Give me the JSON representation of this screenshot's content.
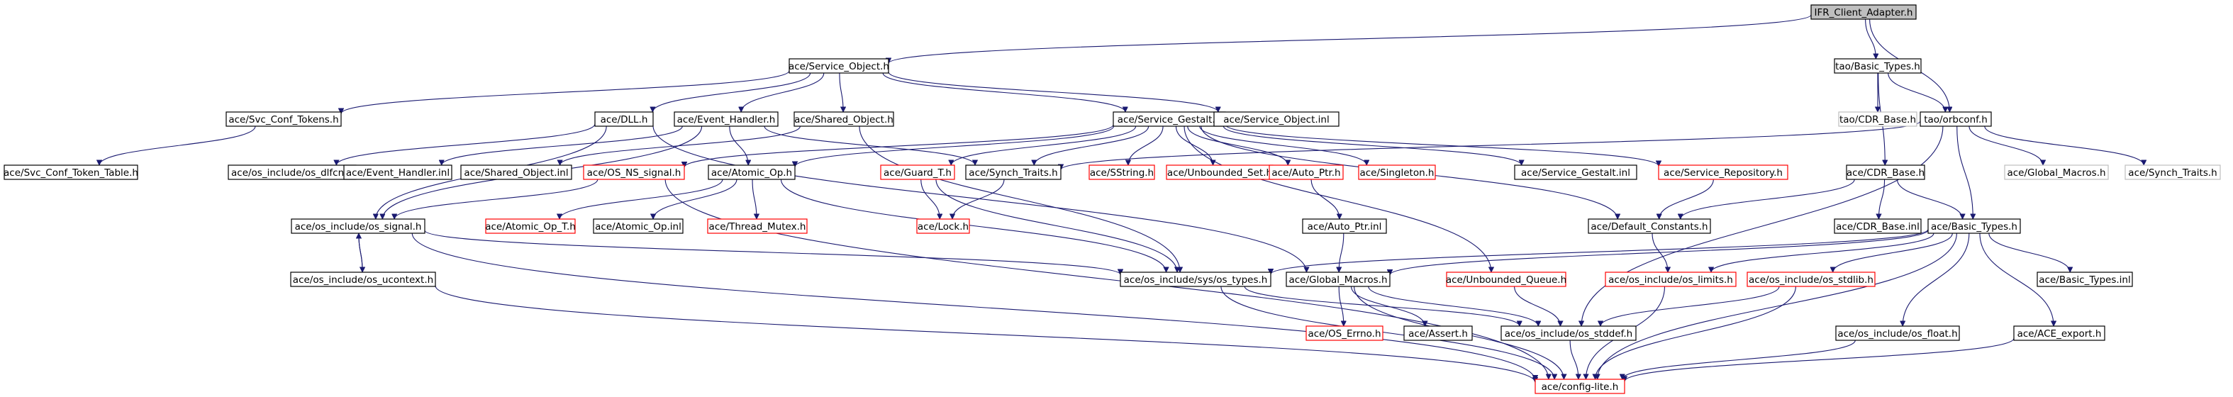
{
  "colors": {
    "edge": "#191970",
    "normal_border": "#000000",
    "missing_border": "#ff0000",
    "external_border": "#bfbfbf",
    "root_fill": "#bfbfbf"
  },
  "nodes": [
    {
      "id": "root",
      "label": "IFR_Client_Adapter.h",
      "style": "root"
    },
    {
      "id": "svcobj",
      "label": "ace/Service_Object.h",
      "style": "normal"
    },
    {
      "id": "basictypes_tao",
      "label": "tao/Basic_Types.h",
      "style": "normal"
    },
    {
      "id": "svcconftokens",
      "label": "ace/Svc_Conf_Tokens.h",
      "style": "normal"
    },
    {
      "id": "dll",
      "label": "ace/DLL.h",
      "style": "normal"
    },
    {
      "id": "eventhandler",
      "label": "ace/Event_Handler.h",
      "style": "normal"
    },
    {
      "id": "sharedobj",
      "label": "ace/Shared_Object.h",
      "style": "normal"
    },
    {
      "id": "svcgestalt",
      "label": "ace/Service_Gestalt.h",
      "style": "normal"
    },
    {
      "id": "svcobjinl",
      "label": "ace/Service_Object.inl",
      "style": "normal"
    },
    {
      "id": "cdrbase_tao",
      "label": "tao/CDR_Base.h",
      "style": "gray"
    },
    {
      "id": "orbconf",
      "label": "tao/orbconf.h",
      "style": "normal"
    },
    {
      "id": "svcconftokentable",
      "label": "ace/Svc_Conf_Token_Table.h",
      "style": "normal"
    },
    {
      "id": "dlfcn",
      "label": "ace/os_include/os_dlfcn.h",
      "style": "normal"
    },
    {
      "id": "eventhandlerinl",
      "label": "ace/Event_Handler.inl",
      "style": "normal"
    },
    {
      "id": "sharedobjinl",
      "label": "ace/Shared_Object.inl",
      "style": "normal"
    },
    {
      "id": "osnssignal",
      "label": "ace/OS_NS_signal.h",
      "style": "red"
    },
    {
      "id": "atomicop",
      "label": "ace/Atomic_Op.h",
      "style": "normal"
    },
    {
      "id": "guardt",
      "label": "ace/Guard_T.h",
      "style": "red"
    },
    {
      "id": "synchtraits",
      "label": "ace/Synch_Traits.h",
      "style": "normal"
    },
    {
      "id": "sstring",
      "label": "ace/SString.h",
      "style": "red"
    },
    {
      "id": "unboundedset",
      "label": "ace/Unbounded_Set.h",
      "style": "red"
    },
    {
      "id": "autoptr",
      "label": "ace/Auto_Ptr.h",
      "style": "red"
    },
    {
      "id": "singleton",
      "label": "ace/Singleton.h",
      "style": "red"
    },
    {
      "id": "svcgestaltinl",
      "label": "ace/Service_Gestalt.inl",
      "style": "normal"
    },
    {
      "id": "svcrepo",
      "label": "ace/Service_Repository.h",
      "style": "red"
    },
    {
      "id": "cdrbase_ace",
      "label": "ace/CDR_Base.h",
      "style": "normal"
    },
    {
      "id": "globalmacros_gray",
      "label": "ace/Global_Macros.h",
      "style": "gray"
    },
    {
      "id": "synchtraits_gray",
      "label": "ace/Synch_Traits.h",
      "style": "gray"
    },
    {
      "id": "ossignal",
      "label": "ace/os_include/os_signal.h",
      "style": "normal"
    },
    {
      "id": "atomicopt",
      "label": "ace/Atomic_Op_T.h",
      "style": "red"
    },
    {
      "id": "atomicopinl",
      "label": "ace/Atomic_Op.inl",
      "style": "normal"
    },
    {
      "id": "threadmutex",
      "label": "ace/Thread_Mutex.h",
      "style": "red"
    },
    {
      "id": "lock",
      "label": "ace/Lock.h",
      "style": "red"
    },
    {
      "id": "autoptrinl",
      "label": "ace/Auto_Ptr.inl",
      "style": "normal"
    },
    {
      "id": "defaultconstants",
      "label": "ace/Default_Constants.h",
      "style": "normal"
    },
    {
      "id": "cdrbaseinl",
      "label": "ace/CDR_Base.inl",
      "style": "normal"
    },
    {
      "id": "basictypes_ace",
      "label": "ace/Basic_Types.h",
      "style": "normal"
    },
    {
      "id": "osucontext",
      "label": "ace/os_include/os_ucontext.h",
      "style": "normal"
    },
    {
      "id": "systypes",
      "label": "ace/os_include/sys/os_types.h",
      "style": "normal"
    },
    {
      "id": "globalmacros",
      "label": "ace/Global_Macros.h",
      "style": "normal"
    },
    {
      "id": "unboundedqueue",
      "label": "ace/Unbounded_Queue.h",
      "style": "red"
    },
    {
      "id": "oslimits",
      "label": "ace/os_include/os_limits.h",
      "style": "red"
    },
    {
      "id": "osstdlib",
      "label": "ace/os_include/os_stdlib.h",
      "style": "red"
    },
    {
      "id": "basictypesinl",
      "label": "ace/Basic_Types.inl",
      "style": "normal"
    },
    {
      "id": "oserrno",
      "label": "ace/OS_Errno.h",
      "style": "red"
    },
    {
      "id": "assert",
      "label": "ace/Assert.h",
      "style": "normal"
    },
    {
      "id": "osstddef",
      "label": "ace/os_include/os_stddef.h",
      "style": "normal"
    },
    {
      "id": "osfloat",
      "label": "ace/os_include/os_float.h",
      "style": "normal"
    },
    {
      "id": "aceexport",
      "label": "ace/ACE_export.h",
      "style": "normal"
    },
    {
      "id": "configlite",
      "label": "ace/config-lite.h",
      "style": "red"
    }
  ],
  "edges": [
    [
      "root",
      "svcobj"
    ],
    [
      "root",
      "basictypes_tao"
    ],
    [
      "root",
      "orbconf"
    ],
    [
      "svcobj",
      "svcconftokens"
    ],
    [
      "svcobj",
      "dll"
    ],
    [
      "svcobj",
      "eventhandler"
    ],
    [
      "svcobj",
      "sharedobj"
    ],
    [
      "svcobj",
      "svcgestalt"
    ],
    [
      "svcobj",
      "svcobjinl"
    ],
    [
      "svcconftokens",
      "svcconftokentable"
    ],
    [
      "dll",
      "dlfcn"
    ],
    [
      "dll",
      "ossignal"
    ],
    [
      "dll",
      "globalmacros"
    ],
    [
      "eventhandler",
      "eventhandlerinl"
    ],
    [
      "eventhandler",
      "atomicop"
    ],
    [
      "eventhandler",
      "synchtraits"
    ],
    [
      "eventhandler",
      "ossignal"
    ],
    [
      "sharedobj",
      "sharedobjinl"
    ],
    [
      "sharedobj",
      "systypes"
    ],
    [
      "svcgestalt",
      "osnssignal"
    ],
    [
      "svcgestalt",
      "atomicop"
    ],
    [
      "svcgestalt",
      "guardt"
    ],
    [
      "svcgestalt",
      "synchtraits"
    ],
    [
      "svcgestalt",
      "sstring"
    ],
    [
      "svcgestalt",
      "unboundedset"
    ],
    [
      "svcgestalt",
      "autoptr"
    ],
    [
      "svcgestalt",
      "singleton"
    ],
    [
      "svcgestalt",
      "svcgestaltinl"
    ],
    [
      "svcgestalt",
      "svcrepo"
    ],
    [
      "svcgestalt",
      "defaultconstants"
    ],
    [
      "svcgestalt",
      "unboundedqueue"
    ],
    [
      "basictypes_tao",
      "cdrbase_tao"
    ],
    [
      "basictypes_tao",
      "orbconf"
    ],
    [
      "basictypes_tao",
      "cdrbase_ace"
    ],
    [
      "orbconf",
      "synchtraits"
    ],
    [
      "orbconf",
      "globalmacros_gray"
    ],
    [
      "orbconf",
      "synchtraits_gray"
    ],
    [
      "orbconf",
      "basictypes_ace"
    ],
    [
      "orbconf",
      "osstddef"
    ],
    [
      "osnssignal",
      "ossignal"
    ],
    [
      "osnssignal",
      "configlite"
    ],
    [
      "atomicop",
      "atomicopt"
    ],
    [
      "atomicop",
      "atomicopinl"
    ],
    [
      "atomicop",
      "threadmutex"
    ],
    [
      "atomicop",
      "systypes"
    ],
    [
      "guardt",
      "lock"
    ],
    [
      "guardt",
      "systypes"
    ],
    [
      "synchtraits",
      "lock"
    ],
    [
      "autoptr",
      "autoptrinl"
    ],
    [
      "autoptrinl",
      "globalmacros"
    ],
    [
      "svcrepo",
      "defaultconstants"
    ],
    [
      "cdrbase_ace",
      "defaultconstants"
    ],
    [
      "cdrbase_ace",
      "cdrbaseinl"
    ],
    [
      "cdrbase_ace",
      "basictypes_ace"
    ],
    [
      "defaultconstants",
      "oslimits"
    ],
    [
      "ossignal",
      "osucontext"
    ],
    [
      "ossignal",
      "systypes"
    ],
    [
      "ossignal",
      "configlite"
    ],
    [
      "osucontext",
      "ossignal"
    ],
    [
      "osucontext",
      "configlite"
    ],
    [
      "basictypes_ace",
      "systypes"
    ],
    [
      "basictypes_ace",
      "globalmacros"
    ],
    [
      "basictypes_ace",
      "oslimits"
    ],
    [
      "basictypes_ace",
      "osstdlib"
    ],
    [
      "basictypes_ace",
      "basictypesinl"
    ],
    [
      "basictypes_ace",
      "osfloat"
    ],
    [
      "basictypes_ace",
      "aceexport"
    ],
    [
      "basictypes_ace",
      "configlite"
    ],
    [
      "systypes",
      "osstddef"
    ],
    [
      "systypes",
      "configlite"
    ],
    [
      "globalmacros",
      "oserrno"
    ],
    [
      "globalmacros",
      "assert"
    ],
    [
      "globalmacros",
      "osstddef"
    ],
    [
      "globalmacros",
      "configlite"
    ],
    [
      "unboundedqueue",
      "osstddef"
    ],
    [
      "oslimits",
      "configlite"
    ],
    [
      "osstdlib",
      "osstddef"
    ],
    [
      "osstdlib",
      "configlite"
    ],
    [
      "osstddef",
      "configlite"
    ],
    [
      "osfloat",
      "configlite"
    ],
    [
      "aceexport",
      "configlite"
    ]
  ]
}
